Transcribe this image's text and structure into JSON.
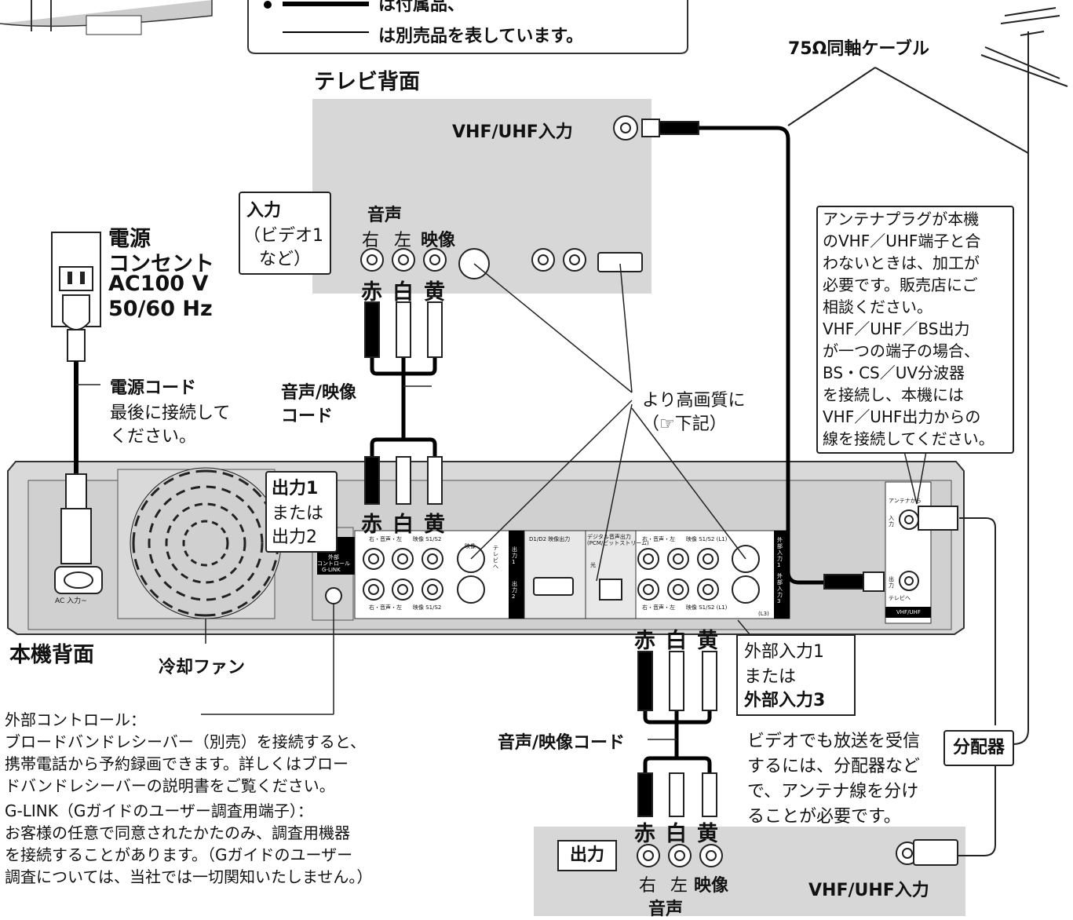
{
  "legend": {
    "supplied": "は付属品、",
    "optional": "は別売品を表しています。"
  },
  "coax_label": "75Ω同軸ケーブル",
  "tv_rear": {
    "title": "テレビ背面",
    "vhf_uhf_in": "VHF/UHF入力",
    "input_tag": [
      "入力",
      "（ビデオ1",
      "など）"
    ],
    "audio_group": "音声",
    "jack_labels": [
      "右",
      "左",
      "映像"
    ],
    "plug_colors": [
      "赤",
      "白",
      "黄"
    ]
  },
  "power": {
    "outlet": [
      "電源",
      "コンセント",
      "AC100 V",
      "50/60 Hz"
    ],
    "cord_title": "電源コード",
    "cord_note": [
      "最後に接続して",
      "ください。"
    ]
  },
  "av_cord_top": [
    "音声/映像",
    "コード"
  ],
  "higher_quality": [
    "より高画質に",
    "（☞下記）"
  ],
  "antenna_note": [
    "アンテナプラグが本機",
    "のVHF／UHF端子と合",
    "わないときは、加工が",
    "必要です。販売店にご",
    "相談ください。",
    "VHF／UHF／BS出力",
    "が一つの端子の場合、",
    "BS・CS／UV分波器",
    "を接続し、本機には",
    "VHF／UHF出力からの",
    "線を接続してください。"
  ],
  "output_tag": [
    "出力1",
    "または",
    "出力2"
  ],
  "unit_rear": {
    "title": "本機背面",
    "ac_in": "AC 入力~",
    "fan": "冷却ファン",
    "ext_ctrl": [
      "外部",
      "コントロール",
      "G-LINK"
    ],
    "out_hdr": "右・音声・左　　映像 S1/S2",
    "out_sub": "映像",
    "out_to_tv": "テレビへ",
    "out1": "出力1",
    "out2": "出力2",
    "d_out": "D1/D2 映像出力",
    "digital_audio": [
      "デジタル音声出力",
      "(PCM/ビットストリーム)"
    ],
    "optical": "光",
    "ext_hdr": "右・音声・左　　映像 S1/S2 (L1)",
    "ext_in1": "外部入力1",
    "ext_in3": "外部入力3",
    "l3": "(L3)",
    "ant_from": "アンテナから",
    "in": "入力",
    "out": "出力",
    "to_tv": "テレビへ",
    "vhf_uhf": "VHF/UHF"
  },
  "ext_in_tag": [
    "外部入力1",
    "または",
    "外部入力3"
  ],
  "av_cord_bottom": "音声/映像コード",
  "splitter_note": [
    "ビデオでも放送を受信",
    "するには、分配器など",
    "で、アンテナ線を分け",
    "ることが必要です。"
  ],
  "splitter": "分配器",
  "video_deck": {
    "output": "出力",
    "jack_labels": [
      "右",
      "左",
      "映像"
    ],
    "audio_group": "音声",
    "plug_colors": [
      "赤",
      "白",
      "黄"
    ],
    "vhf_uhf_in": "VHF/UHF入力"
  },
  "notes": {
    "ext_control": [
      "外部コントロール：",
      "ブロードバンドレシーバー（別売）を接続すると、",
      "携帯電話から予約録画できます。詳しくはブロー",
      "ドバンドレシーバーの説明書をご覧ください。"
    ],
    "glink": [
      "G-LINK（Gガイドのユーザー調査用端子）：",
      "お客様の任意で同意されたかたのみ、調査用機器",
      "を接続することがあります。（Gガイドのユーザー",
      "調査については、当社では一切関知いたしません。）"
    ]
  }
}
